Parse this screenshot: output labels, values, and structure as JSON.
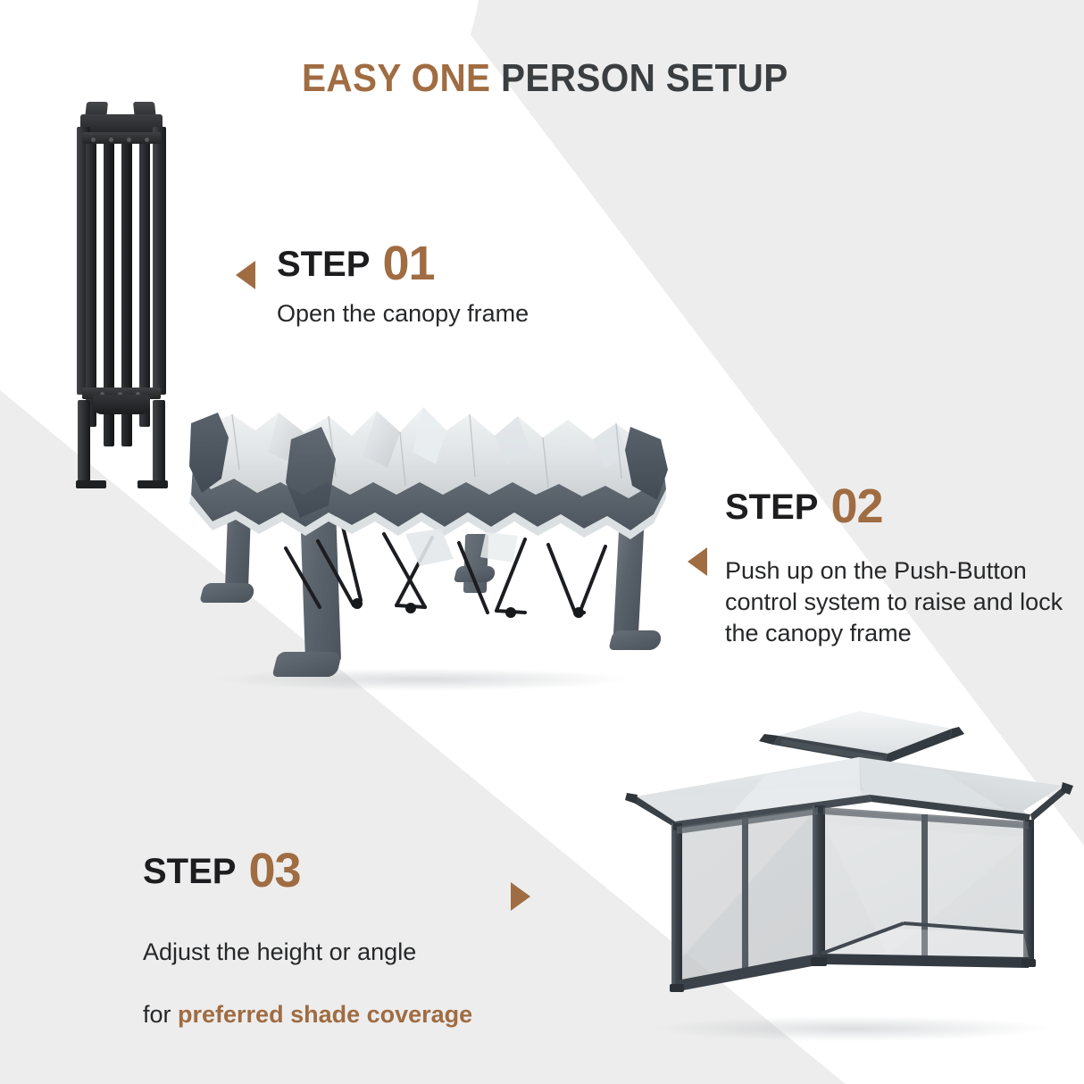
{
  "title": {
    "accent": "EASY ONE",
    "plain": " PERSON SETUP"
  },
  "colors": {
    "accent_brown": "#a06c42",
    "title_grey": "#3b3e41",
    "body_text": "#262729",
    "background_grey": "#ededed",
    "background_white": "#ffffff",
    "frame_dark": "#1e2022",
    "canopy_light": "#d7dbdd",
    "canopy_valance": "#5c636b",
    "mesh_grey": "#c9ccce"
  },
  "steps": [
    {
      "label": "STEP",
      "number": "01",
      "description": "Open the canopy frame",
      "arrow": "triangle-left-icon"
    },
    {
      "label": "STEP",
      "number": "02",
      "description": "Push up on the Push-Button\ncontrol system to raise and lock\nthe canopy frame",
      "arrow": "triangle-left-icon"
    },
    {
      "label": "STEP",
      "number": "03",
      "description_plain_1": "Adjust the height or angle",
      "description_plain_2": "for ",
      "description_highlight": "preferred shade coverage",
      "arrow": "triangle-right-icon"
    }
  ],
  "images": {
    "folded_frame": "folded-canopy-frame-image",
    "half_open_gazebo": "half-open-gazebo-image",
    "assembled_gazebo": "assembled-gazebo-with-mesh-image"
  }
}
